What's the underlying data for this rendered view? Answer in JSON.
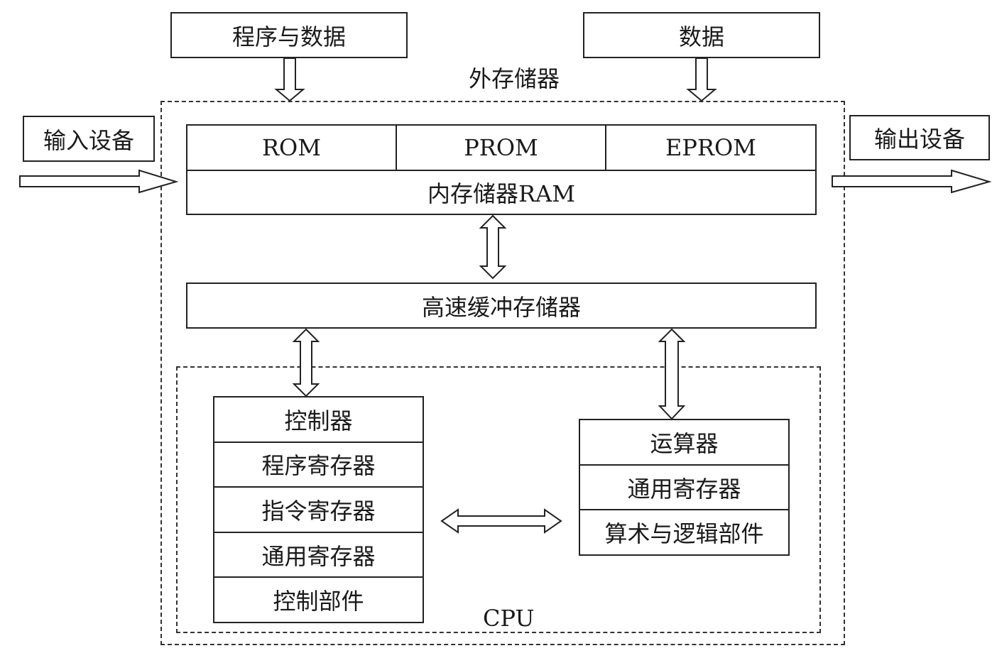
{
  "top": {
    "program_data": "程序与数据",
    "data": "数据",
    "external_storage": "外存储器"
  },
  "io": {
    "input_device": "输入设备",
    "output_device": "输出设备"
  },
  "memory": {
    "rom": "ROM",
    "prom": "PROM",
    "eprom": "EPROM",
    "ram": "内存储器RAM"
  },
  "cache": "高速缓冲存储器",
  "cpu": {
    "label": "CPU",
    "controller": [
      "控制器",
      "程序寄存器",
      "指令寄存器",
      "通用寄存器",
      "控制部件"
    ],
    "alu": [
      "运算器",
      "通用寄存器",
      "算术与逻辑部件"
    ]
  }
}
